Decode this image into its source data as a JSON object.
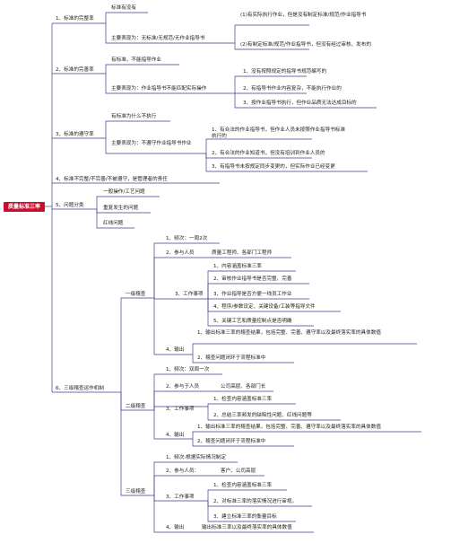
{
  "root": "质量标准三率",
  "n1": {
    "label": "1、标准的完整率",
    "c1": "标准有没有",
    "c2": "主要表现为：无标准/无规范/无作业指导书",
    "d1": "(1)有实际执行作业，但是没有制定标准/规范/作业指导书",
    "d2": "(2)有制定标准/规范/作业指导书，但没有经过审核、发布的"
  },
  "n2": {
    "label": "2、标准的完善率",
    "c1": "有标准，不能指导作业",
    "c2": "主要表现为：作业指导书不能匹配实际操作",
    "d1": "1、没有按照规定的指导书规范编写的",
    "d2": "2、有指导书作业内容复杂，不能执行作业的",
    "d3": "3、按作业指导书执行，但作业品质无法达成目标的"
  },
  "n3": {
    "label": "3、标准的遵守率",
    "c1": "有标准为什么不执行",
    "c2": "主要表现为：不遵守作业指导书作业",
    "d1": "1、有合法的作业指导书，但作业人员未按照作业指导书标准执行的",
    "d2": "2、有合法的作业知道书，但没有培训到作业人员的",
    "d3": "3、有指导书未按规定同步变更的，但实际作业已经变更"
  },
  "n4": {
    "label": "4、标准不完整/不完善/不被遵守，是管理者的责任"
  },
  "n5": {
    "label": "5、问题分类",
    "c1": "一般操作/工艺问题",
    "c2": "重复发生的问题",
    "c3": "红线问题"
  },
  "n6": {
    "label": "6、三级稽查运作机制",
    "l1": {
      "label": "一级稽查",
      "i1": "1、频次：一周2次",
      "i2a": "2、参与人员",
      "i2b": "质量工程师、各部门工程师",
      "i3": "3、工作事项",
      "i3_1": "1、内容涵盖标准三率",
      "i3_2": "2、审核作业指导书是否完整、完善",
      "i3_3": "3、作业指导是否方便一线员工作业",
      "i3_4": "4、程序/参数设定、关键设备/工装等指导文件",
      "i3_5": "5、关键工艺和质量控制点是否明确",
      "i4": "4、输出",
      "i4_1": "1、输出标准三率的稽查结果，包括完整、完善、遵守率以及最终落实率的具体数值",
      "i4_2": "2、稽查问题闭环于流程标准中"
    },
    "l2": {
      "label": "二级稽查",
      "i1": "1、频次：双周一次",
      "i2a": "2、参与于人员",
      "i2b": "公司高层、各部门长",
      "i3": "3、工作事项",
      "i3_1": "1、检查内容涵盖标准三率",
      "i3_2": "2、总结三率频发的缺陷性问题、红线问题等",
      "i4": "4、输出",
      "i4_1": "1、输出标准三率的稽查结果，包括完整、完善、遵守率以及最终落实率的具体数值",
      "i4_2": "2、稽查问题闭环于流程标准中"
    },
    "l3": {
      "label": "三级稽查",
      "i1": "1、频次:根据实际情况制定",
      "i2a": "2、参与人员：",
      "i2b": "客户、公司高层",
      "i3": "3、工作事项",
      "i3_1": "1、检查内容涵盖标准三率",
      "i3_2": "2、对标准三率的落实情况进行审视。",
      "i3_3": "3、建立标准三率的衡量目标",
      "i4": "4、输出",
      "i4b": "输出标准三率以及最终落实率的具体数值"
    }
  }
}
